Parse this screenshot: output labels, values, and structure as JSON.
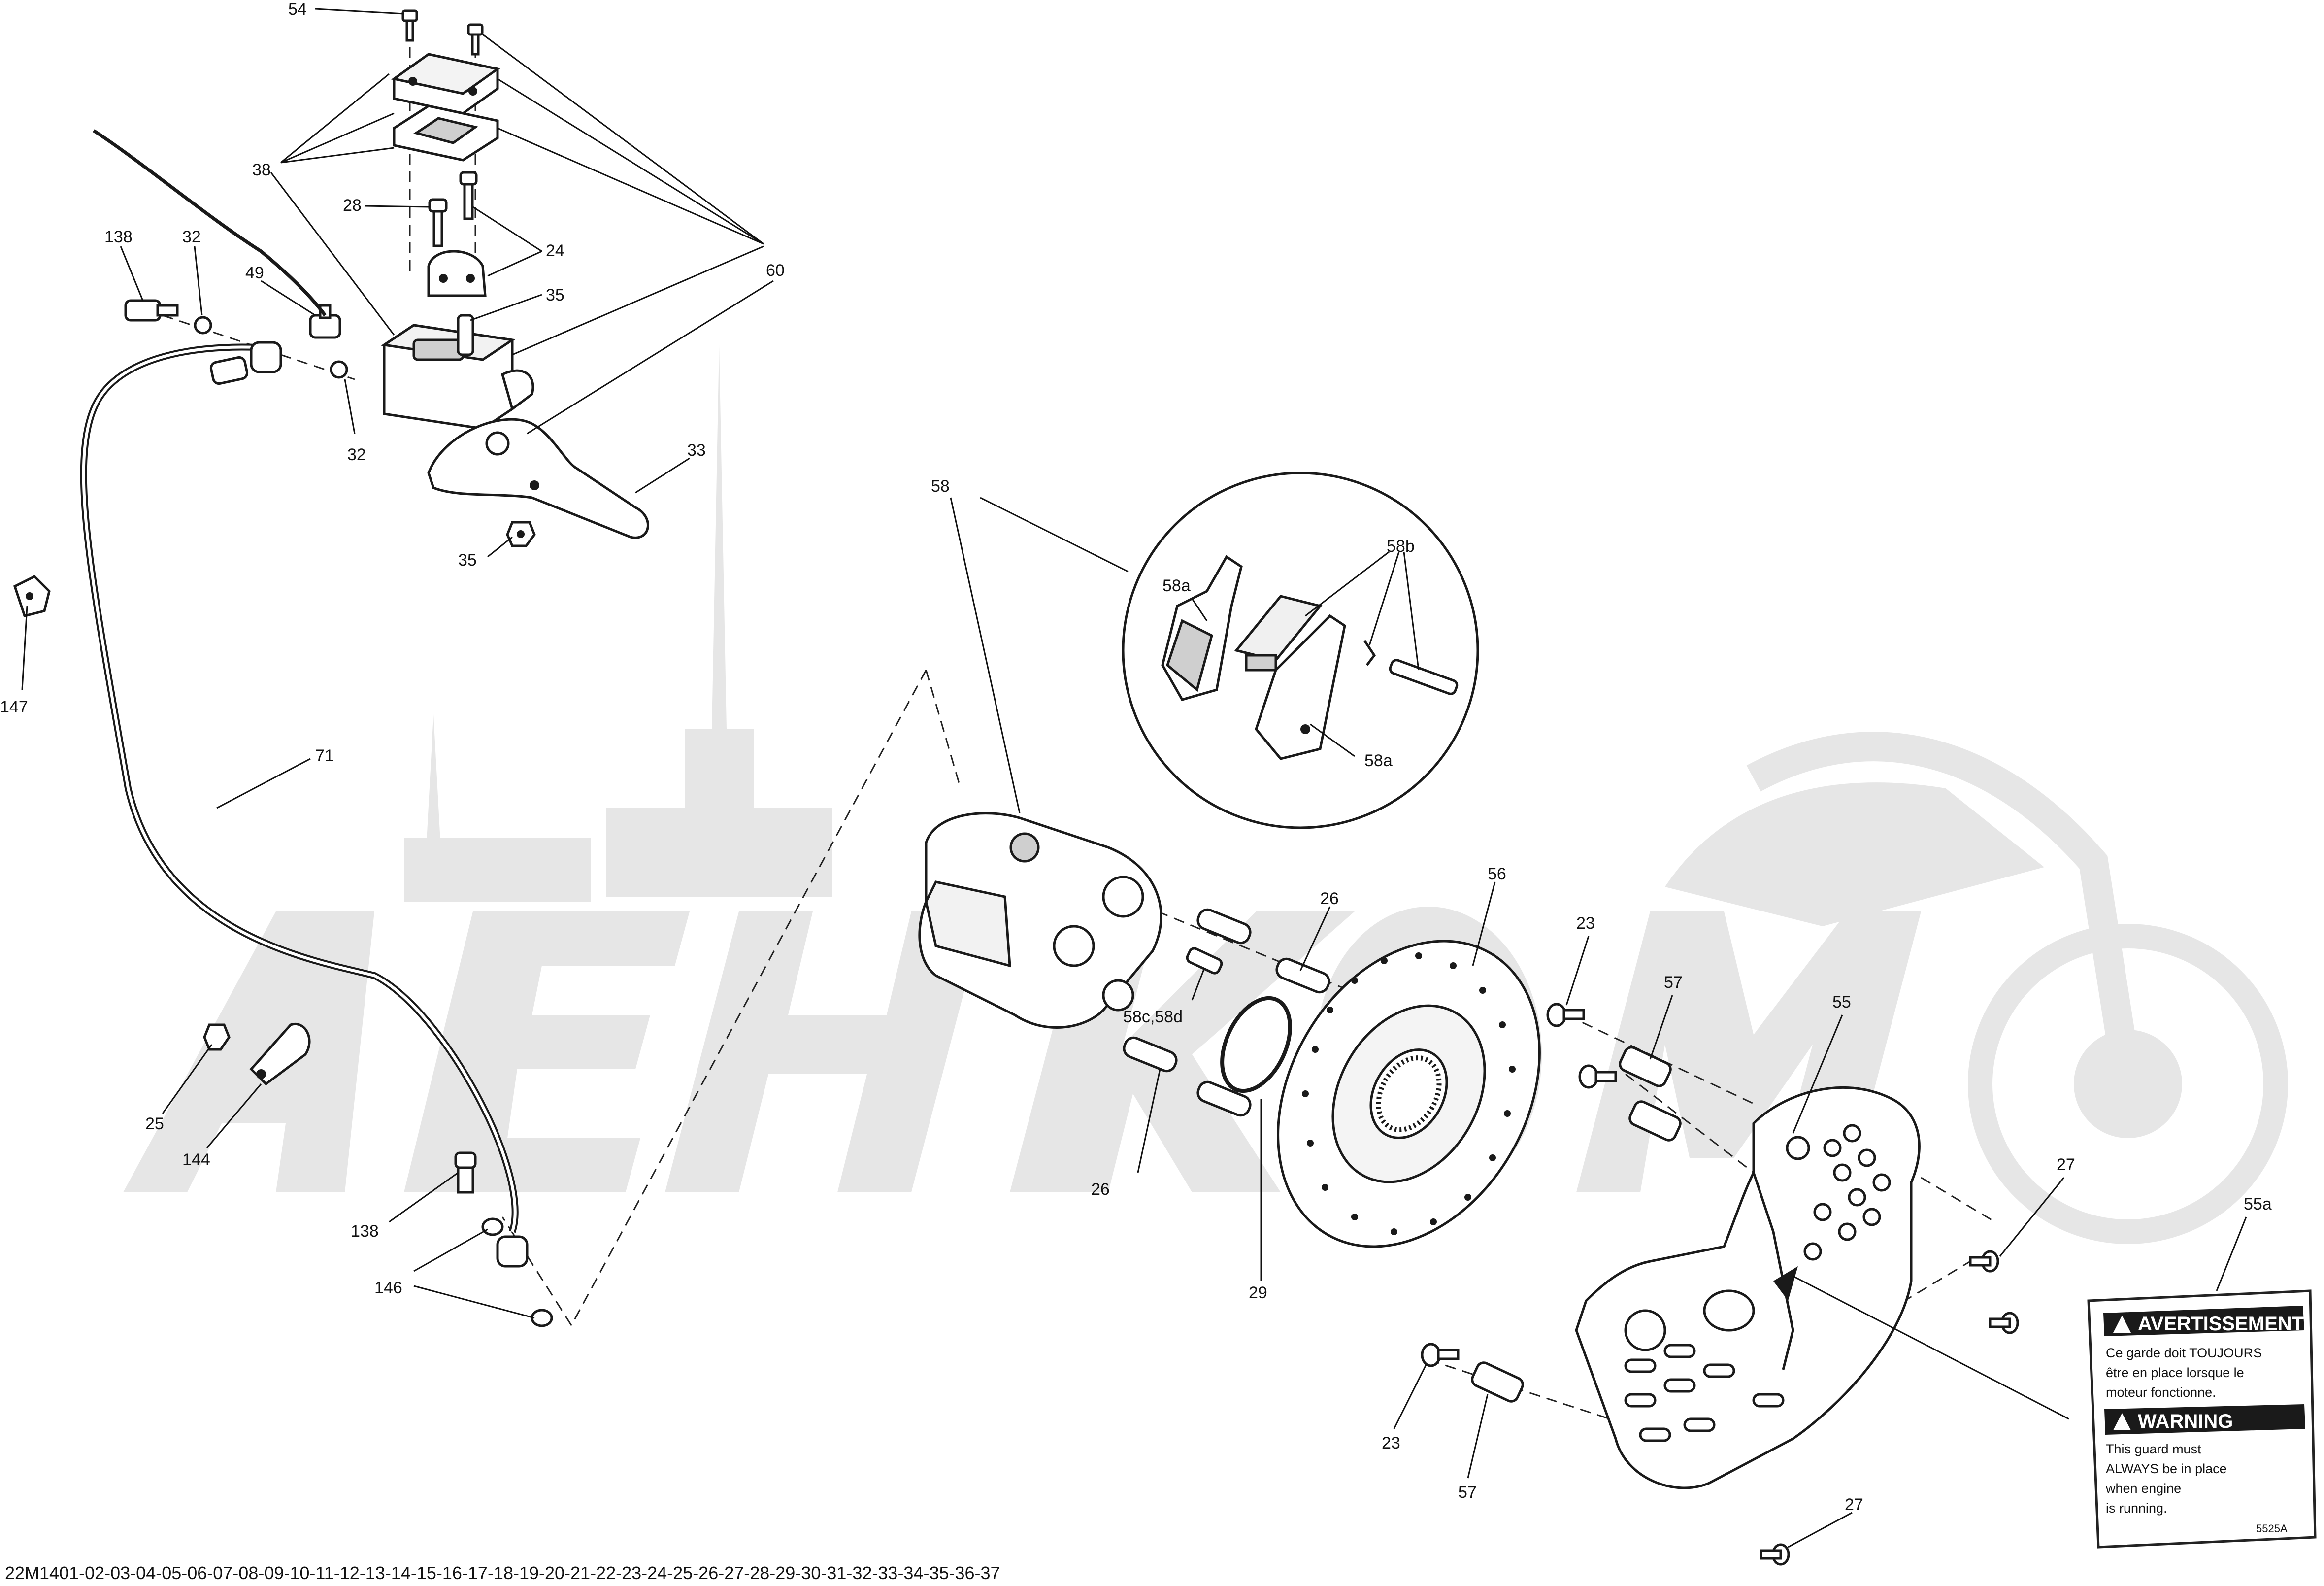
{
  "part_number": "22M1401-02-03-04-05-06-07-08-09-10-11-12-13-14-15-16-17-18-19-20-21-22-23-24-25-26-27-28-29-30-31-32-33-34-35-36-37",
  "callouts": {
    "c54": "54",
    "c38": "38",
    "c28": "28",
    "c24": "24",
    "c60": "60",
    "c35_top": "35",
    "c138_top": "138",
    "c32_top": "32",
    "c49": "49",
    "c32_bottom": "32",
    "c33": "33",
    "c35_bottom": "35",
    "c147": "147",
    "c71": "71",
    "c25": "25",
    "c144": "144",
    "c138_bottom": "138",
    "c146": "146",
    "c58": "58",
    "c58a_left": "58a",
    "c58b": "58b",
    "c58a_right": "58a",
    "c26_top": "26",
    "c56": "56",
    "c23_top": "23",
    "c58c58d": "58c,58d",
    "c26_bottom": "26",
    "c29": "29",
    "c57_top": "57",
    "c55": "55",
    "c27_top": "27",
    "c55a": "55a",
    "c23_bottom": "23",
    "c57_bottom": "57",
    "c27_bottom": "27"
  },
  "warning_label": {
    "fr_heading": "AVERTISSEMENT",
    "fr_line1": "Ce garde doit TOUJOURS",
    "fr_line2": "être en place lorsque le",
    "fr_line3": "moteur fonctionne.",
    "en_heading": "WARNING",
    "en_line1": "This guard must",
    "en_line2": "ALWAYS be in place",
    "en_line3": "when engine",
    "en_line4": "is running.",
    "code": "5525A"
  }
}
